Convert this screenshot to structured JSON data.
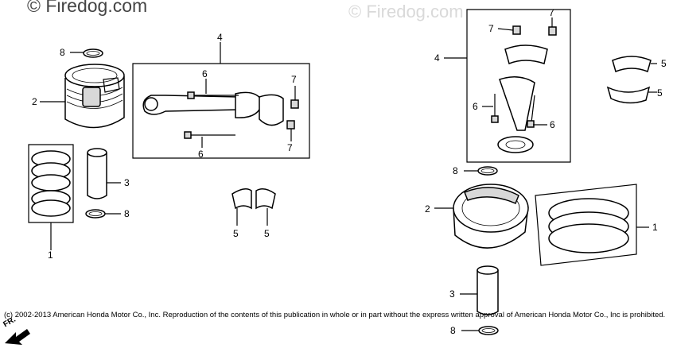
{
  "watermark": {
    "left": "© Firedog.com",
    "right": "© Firedog.com"
  },
  "copyright": "(c) 2002-2013 American Honda Motor Co., Inc. Reproduction of the contents of this publication in whole or in part without the express written approval of American Honda Motor Co., Inc is prohibited.",
  "front_marker": "FR.",
  "callouts": {
    "ring_set": "1",
    "piston": "2",
    "piston_pin": "3",
    "connecting_rod_assy": "4",
    "bearing": "5",
    "bolt": "6",
    "nut": "7",
    "clip": "8"
  }
}
